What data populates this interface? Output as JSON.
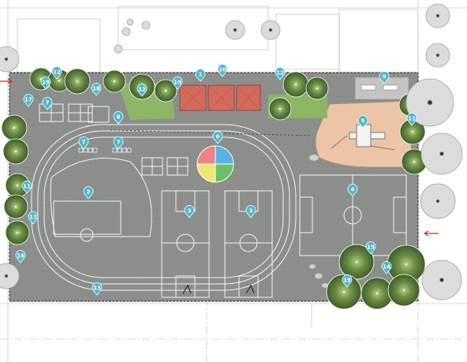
{
  "palette": {
    "asphalt": "#8c8e8c",
    "court_line": "#f4f4f4",
    "marker": "#4fb6cc",
    "shade_structure": "#d46a5c",
    "sand_surface": "#ecc4a6",
    "tree_canopy": "#5e7e3e",
    "planting_bed": "#8cb664",
    "mural_red": "#ec8284",
    "mural_blue": "#56b4e4",
    "mural_yellow": "#eee66e",
    "mural_green": "#6cc064",
    "entry_arrow": "#cc2a2a",
    "linework": "#a8a8a8"
  },
  "legend_markers": [
    {
      "label": "1"
    },
    {
      "label": "2"
    },
    {
      "label": "3"
    },
    {
      "label": "3"
    },
    {
      "label": "4"
    },
    {
      "label": "5"
    },
    {
      "label": "6"
    },
    {
      "label": "7"
    },
    {
      "label": "7"
    },
    {
      "label": "7"
    },
    {
      "label": "8"
    },
    {
      "label": "9"
    },
    {
      "label": "10"
    },
    {
      "label": "11"
    },
    {
      "label": "11"
    },
    {
      "label": "12"
    },
    {
      "label": "12"
    },
    {
      "label": "12"
    },
    {
      "label": "13"
    },
    {
      "label": "13"
    },
    {
      "label": "14"
    },
    {
      "label": "15"
    },
    {
      "label": "16"
    },
    {
      "label": "17"
    },
    {
      "label": "18"
    },
    {
      "label": "19"
    },
    {
      "label": "19"
    },
    {
      "label": "19"
    }
  ],
  "entry_arrows": [
    {
      "icon": "arrow-right-icon"
    },
    {
      "icon": "arrow-left-icon"
    }
  ]
}
